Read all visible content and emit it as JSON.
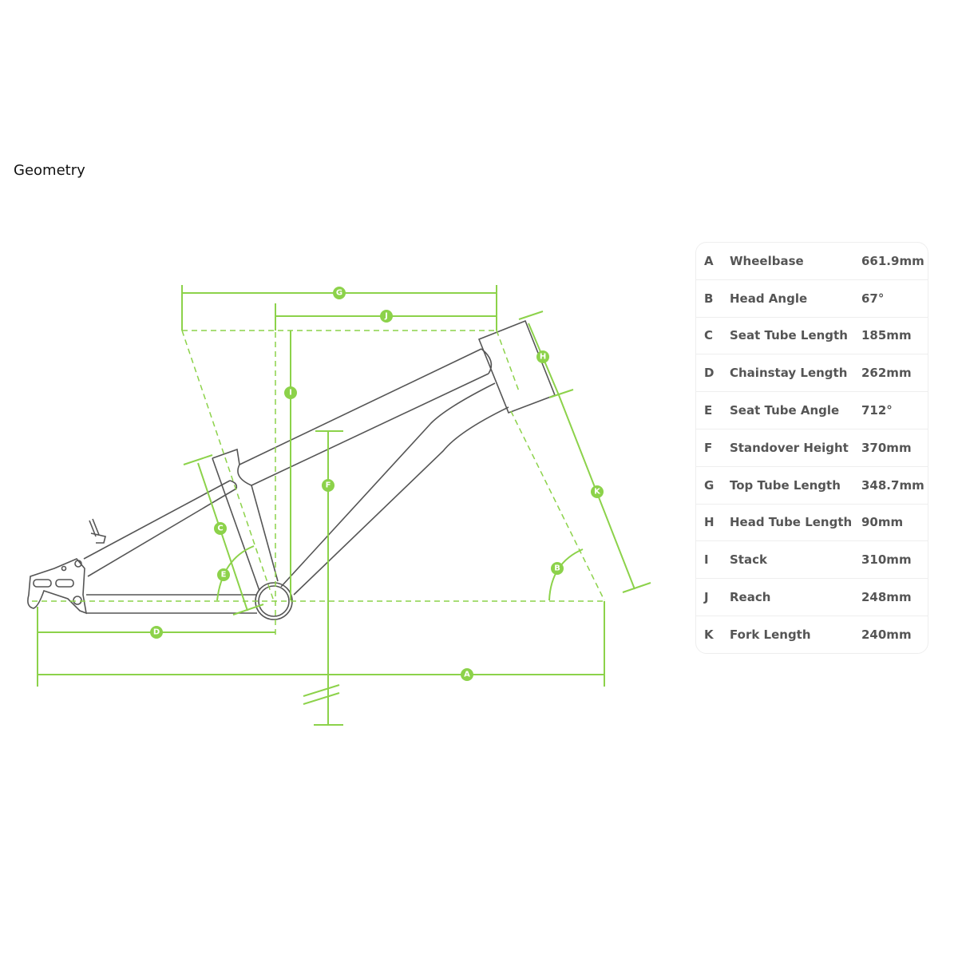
{
  "title": "Geometry",
  "colors": {
    "accent": "#8cd24a",
    "frame": "#555555"
  },
  "geometry": [
    {
      "key": "A",
      "name": "Wheelbase",
      "value": "661.9mm"
    },
    {
      "key": "B",
      "name": "Head Angle",
      "value": "67°"
    },
    {
      "key": "C",
      "name": "Seat Tube Length",
      "value": "185mm"
    },
    {
      "key": "D",
      "name": "Chainstay Length",
      "value": "262mm"
    },
    {
      "key": "E",
      "name": "Seat Tube Angle",
      "value": "712°"
    },
    {
      "key": "F",
      "name": "Standover Height",
      "value": "370mm"
    },
    {
      "key": "G",
      "name": "Top Tube Length",
      "value": "348.7mm"
    },
    {
      "key": "H",
      "name": "Head Tube Length",
      "value": "90mm"
    },
    {
      "key": "I",
      "name": "Stack",
      "value": "310mm"
    },
    {
      "key": "J",
      "name": "Reach",
      "value": "248mm"
    },
    {
      "key": "K",
      "name": "Fork Length",
      "value": "240mm"
    }
  ]
}
